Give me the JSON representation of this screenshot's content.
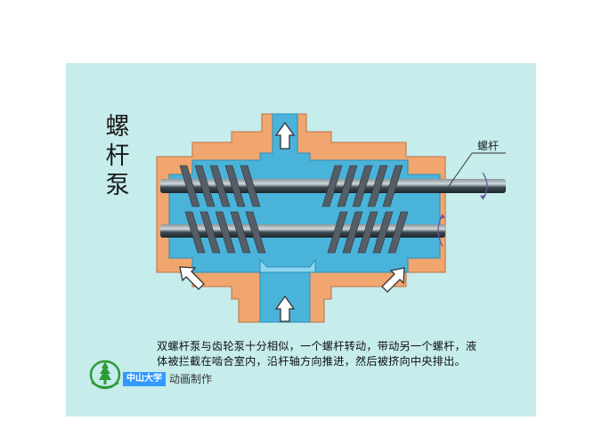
{
  "title": {
    "chars": [
      "螺",
      "杆",
      "泵"
    ]
  },
  "callout": {
    "screw_label": "螺杆"
  },
  "description": {
    "line1": "双螺杆泵与齿轮泵十分相似，一个螺杆转动，带动另一个螺杆，液",
    "line2": "体被拦截在啮合室内，沿杆轴方向推进，然后被挤向中央排出。"
  },
  "footer": {
    "university": "中山大学",
    "credit": "动画制作"
  },
  "colors": {
    "slide_bg": "#c6ecec",
    "casing": "#f0a66e",
    "casing_edge": "#c07040",
    "fluid": "#4ab3da",
    "fluid_light": "#8fd4ee",
    "shaft": "#3a4850",
    "thread": "#555e66",
    "arrow_fill": "#ffffff",
    "logo_green": "#2f9a3a",
    "university_bg": "#3399ff"
  },
  "icons": [
    "flow-arrow-up-icon",
    "flow-arrow-diagonal-icon",
    "rotation-arrow-icon",
    "university-emblem-icon"
  ]
}
